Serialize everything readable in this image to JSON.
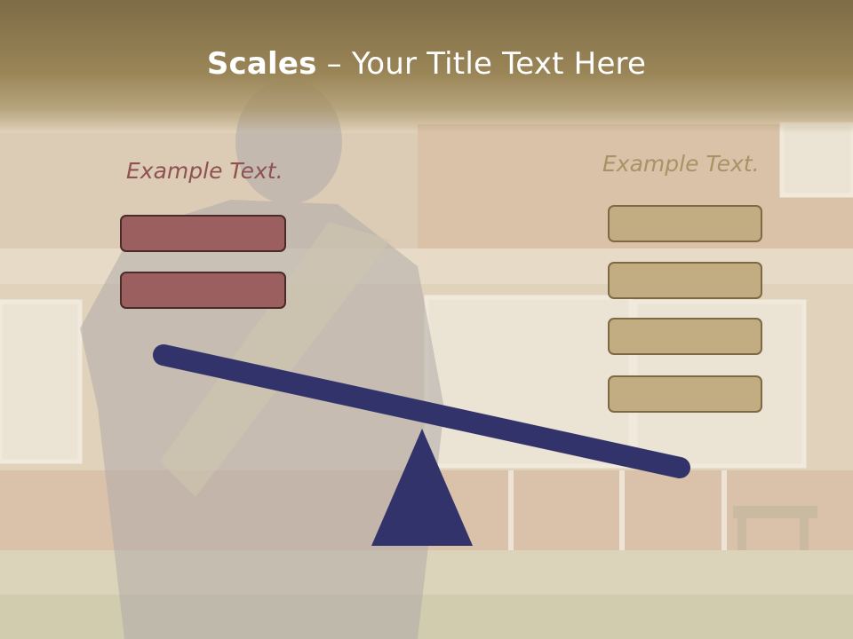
{
  "title": {
    "bold": "Scales",
    "rest": " – Your Title Text Here"
  },
  "left_group": {
    "label": "Example Text.",
    "box_count": 2,
    "color": "#9c5f5f"
  },
  "right_group": {
    "label": "Example Text.",
    "box_count": 4,
    "color": "#c2ad82"
  },
  "scale": {
    "color": "#33336b",
    "tilt": "down-right"
  },
  "header_color": "#8c7a50"
}
